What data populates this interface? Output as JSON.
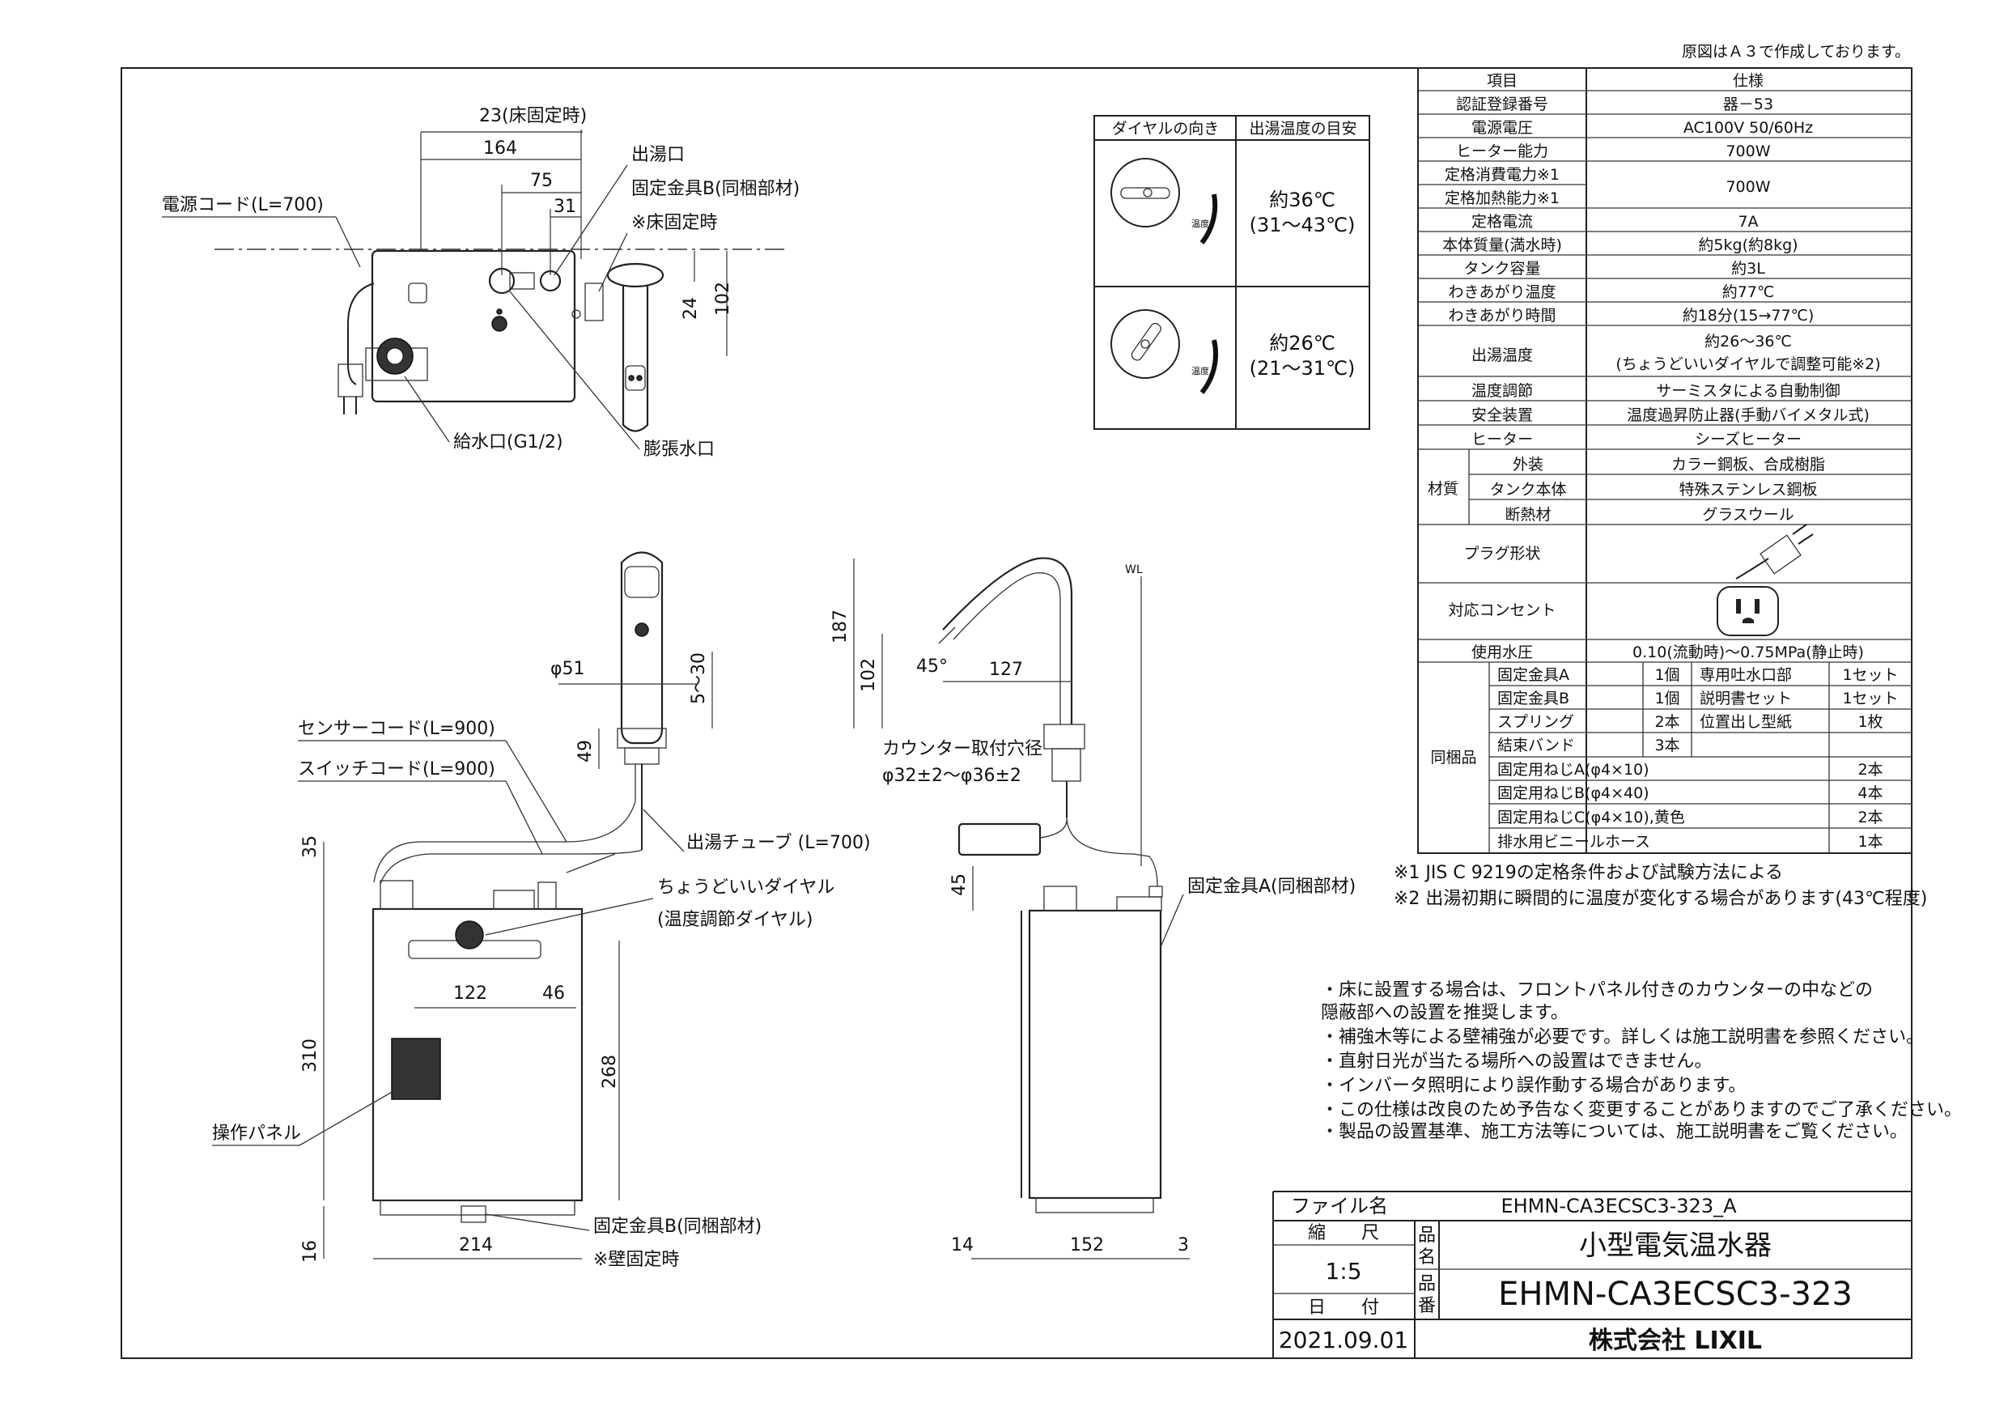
{
  "header_note": "原図はＡ３で作成しております。",
  "top_view": {
    "dim_23": "23(床固定時)",
    "dim_164": "164",
    "dim_75": "75",
    "dim_31": "31",
    "dim_24": "24",
    "dim_102": "102",
    "power_cord": "電源コード(L=700)",
    "hot_outlet": "出湯口",
    "fix_b": "固定金具B(同梱部材)",
    "floor_fix": "※床固定時",
    "water_inlet": "給水口(G1/2)",
    "expansion": "膨張水口"
  },
  "dial_table": {
    "col1": "ダイヤルの向き",
    "col2": "出湯温度の目安",
    "row1_temp": "約36℃",
    "row1_range": "(31～43℃)",
    "row2_temp": "約26℃",
    "row2_range": "(21～31℃)",
    "dial_label": "温度"
  },
  "front_view": {
    "d51": "φ51",
    "d5_30": "5～30",
    "d49": "49",
    "sensor_cord": "センサーコード(L=900)",
    "switch_cord": "スイッチコード(L=900)",
    "hot_tube": "出湯チューブ (L=700)",
    "dial_a": "ちょうどいいダイヤル",
    "dial_b": "(温度調節ダイヤル)",
    "d35": "35",
    "d122": "122",
    "d46": "46",
    "d310": "310",
    "d268": "268",
    "panel": "操作パネル",
    "fix_b": "固定金具B(同梱部材)",
    "wall_fix": "※壁固定時",
    "d16": "16",
    "d214": "214"
  },
  "side_view": {
    "d187": "187",
    "d102": "102",
    "d45deg": "45°",
    "d127": "127",
    "wl": "WL",
    "counter_hole": "カウンター取付穴径",
    "hole_dims": "φ32±2～φ36±2",
    "d45": "45",
    "fix_a": "固定金具A(同梱部材)",
    "d14": "14",
    "d152": "152",
    "d3": "3"
  },
  "spec": {
    "head_item": "項目",
    "head_spec": "仕様",
    "rows": [
      {
        "k": "認証登録番号",
        "v": "器－53"
      },
      {
        "k": "電源電圧",
        "v": "AC100V 50/60Hz"
      },
      {
        "k": "ヒーター能力",
        "v": "700W"
      },
      {
        "k": "定格消費電力※1",
        "v": "700W"
      },
      {
        "k": "定格加熱能力※1",
        "v": ""
      },
      {
        "k": "定格電流",
        "v": "7A"
      },
      {
        "k": "本体質量(満水時)",
        "v": "約5kg(約8kg)"
      },
      {
        "k": "タンク容量",
        "v": "約3L"
      },
      {
        "k": "わきあがり温度",
        "v": "約77℃"
      },
      {
        "k": "わきあがり時間",
        "v": "約18分(15→77℃)"
      }
    ],
    "outlet_temp_k": "出湯温度",
    "outlet_temp_v1": "約26～36℃",
    "outlet_temp_v2": "(ちょうどいいダイヤルで調整可能※2)",
    "rows2": [
      {
        "k": "温度調節",
        "v": "サーミスタによる自動制御"
      },
      {
        "k": "安全装置",
        "v": "温度過昇防止器(手動バイメタル式)"
      },
      {
        "k": "ヒーター",
        "v": "シーズヒーター"
      }
    ],
    "material": "材質",
    "material_rows": [
      {
        "k": "外装",
        "v": "カラー鋼板、合成樹脂"
      },
      {
        "k": "タンク本体",
        "v": "特殊ステンレス鋼板"
      },
      {
        "k": "断熱材",
        "v": "グラスウール"
      }
    ],
    "plug": "プラグ形状",
    "outlet": "対応コンセント",
    "pressure_k": "使用水圧",
    "pressure_v": "0.10(流動時)～0.75MPa(静止時)",
    "bundled": "同梱品",
    "bundle_rows": [
      {
        "a": "固定金具A",
        "b": "1個",
        "c": "専用吐水口部",
        "d": "1セット"
      },
      {
        "a": "固定金具B",
        "b": "1個",
        "c": "説明書セット",
        "d": "1セット"
      },
      {
        "a": "スプリング",
        "b": "2本",
        "c": "位置出し型紙",
        "d": "1枚"
      },
      {
        "a": "結束バンド",
        "b": "3本",
        "c": "",
        "d": ""
      }
    ],
    "bundle_rows2": [
      {
        "a": "固定用ねじA(φ4×10)",
        "d": "2本"
      },
      {
        "a": "固定用ねじB(φ4×40)",
        "d": "4本"
      },
      {
        "a": "固定用ねじC(φ4×10),黄色",
        "d": "2本"
      },
      {
        "a": "排水用ビニールホース",
        "d": "1本"
      }
    ]
  },
  "footnotes": {
    "n1": "※1 JIS C 9219の定格条件および試験方法による",
    "n2": "※2 出湯初期に瞬間的に温度が変化する場合があります(43℃程度)"
  },
  "notes": [
    "・床に設置する場合は、フロントパネル付きのカウンターの中などの",
    "  隠蔽部への設置を推奨します。",
    "・補強木等による壁補強が必要です。詳しくは施工説明書を参照ください。",
    "・直射日光が当たる場所への設置はできません。",
    "・インバータ照明により誤作動する場合があります。",
    "・この仕様は改良のため予告なく変更することがありますのでご了承ください。",
    "・製品の設置基準、施工方法等については、施工説明書をご覧ください。"
  ],
  "title_block": {
    "file_label": "ファイル名",
    "file_name": "EHMN-CA3ECSC3-323_A",
    "scale_label": "縮　　尺",
    "scale": "1:5",
    "date_label": "日　　付",
    "date": "2021.09.01",
    "name_label1": "品",
    "name_label2": "名",
    "product_name": "小型電気温水器",
    "num_label1": "品",
    "num_label2": "番",
    "product_number": "EHMN-CA3ECSC3-323",
    "company": "株式会社 LIXIL"
  }
}
